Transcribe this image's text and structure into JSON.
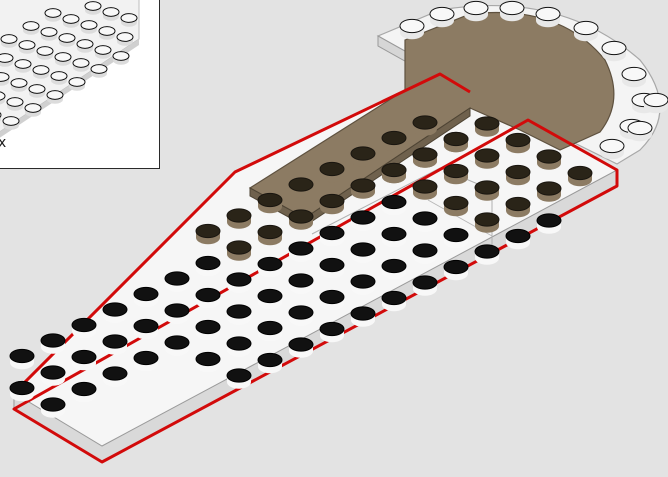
{
  "callout": {
    "quantity_text": "x"
  },
  "colors": {
    "background": "#e3e3e3",
    "white_plate": "#f4f4f4",
    "tan_plate": "#8c7b63",
    "highlight": "#d20a0a",
    "stud_dark": "#1c1c1c"
  },
  "illustration": {
    "subject": "building-instruction-step",
    "pieces": [
      "white-wedge-plate-left",
      "white-wedge-plate-right",
      "white-quarter-round-plate",
      "tan-plate-long",
      "tan-quarter-round-plate"
    ]
  }
}
